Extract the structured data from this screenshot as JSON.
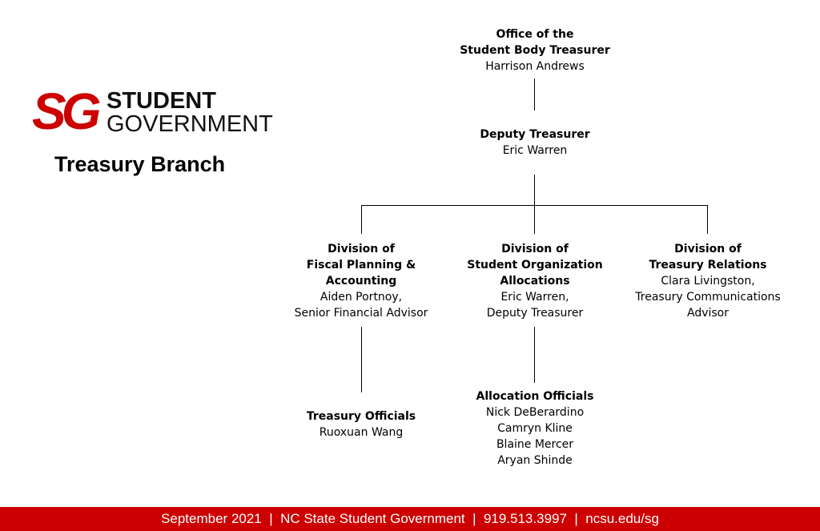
{
  "logo": {
    "mark": "SG",
    "line1": "STUDENT",
    "line2": "GOVERNMENT"
  },
  "branch_title": "Treasury Branch",
  "nodes": {
    "treasurer": {
      "title1": "Office of the",
      "title2": "Student Body Treasurer",
      "person": "Harrison Andrews"
    },
    "deputy": {
      "title": "Deputy Treasurer",
      "person": "Eric Warren"
    },
    "fiscal": {
      "title1": "Division of",
      "title2": "Fiscal Planning &",
      "title3": "Accounting",
      "person1": "Aiden Portnoy,",
      "person2": "Senior Financial Advisor"
    },
    "allocations": {
      "title1": "Division of",
      "title2": "Student Organization",
      "title3": "Allocations",
      "person1": "Eric Warren,",
      "person2": "Deputy Treasurer"
    },
    "relations": {
      "title1": "Division of",
      "title2": "Treasury Relations",
      "person1": "Clara Livingston,",
      "person2": "Treasury Communications",
      "person3": "Advisor"
    },
    "treasury_officials": {
      "title": "Treasury Officials",
      "person": "Ruoxuan Wang"
    },
    "allocation_officials": {
      "title": "Allocation Officials",
      "members": [
        "Nick DeBerardino",
        "Camryn Kline",
        "Blaine Mercer",
        "Aryan Shinde"
      ]
    }
  },
  "footer": "September 2021  |  NC State Student Government  |  919.513.3997  |  ncsu.edu/sg"
}
